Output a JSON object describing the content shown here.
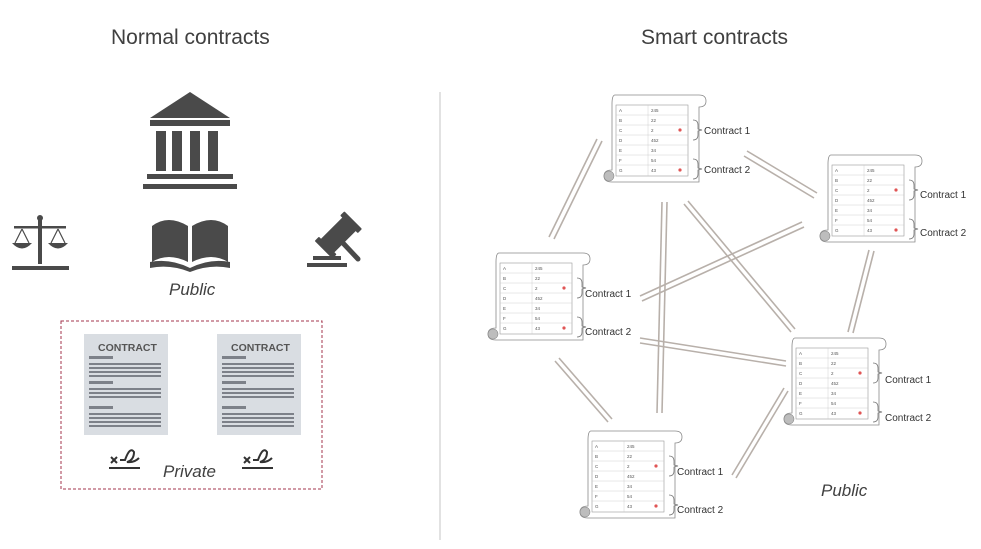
{
  "left": {
    "title": "Normal contracts",
    "public_label": "Public",
    "private_label": "Private",
    "document_label": "CONTRACT",
    "icons": [
      "courthouse-icon",
      "scales-icon",
      "book-icon",
      "gavel-icon",
      "signature-icon"
    ]
  },
  "right": {
    "title": "Smart contracts",
    "public_label": "Public",
    "node_labels": [
      "Contract 1",
      "Contract 2"
    ],
    "table_rows": [
      [
        "A",
        "245"
      ],
      [
        "B",
        "22"
      ],
      [
        "C",
        "2"
      ],
      [
        "D",
        "452"
      ],
      [
        "E",
        "34"
      ],
      [
        "F",
        "54"
      ],
      [
        "G",
        "43"
      ]
    ]
  },
  "colors": {
    "text": "#404040",
    "icon": "#4a4a4a",
    "private_border": "#a3364e",
    "document_bg": "#d9dde2",
    "link": "#b8b0aa",
    "marker": "#e05555"
  }
}
